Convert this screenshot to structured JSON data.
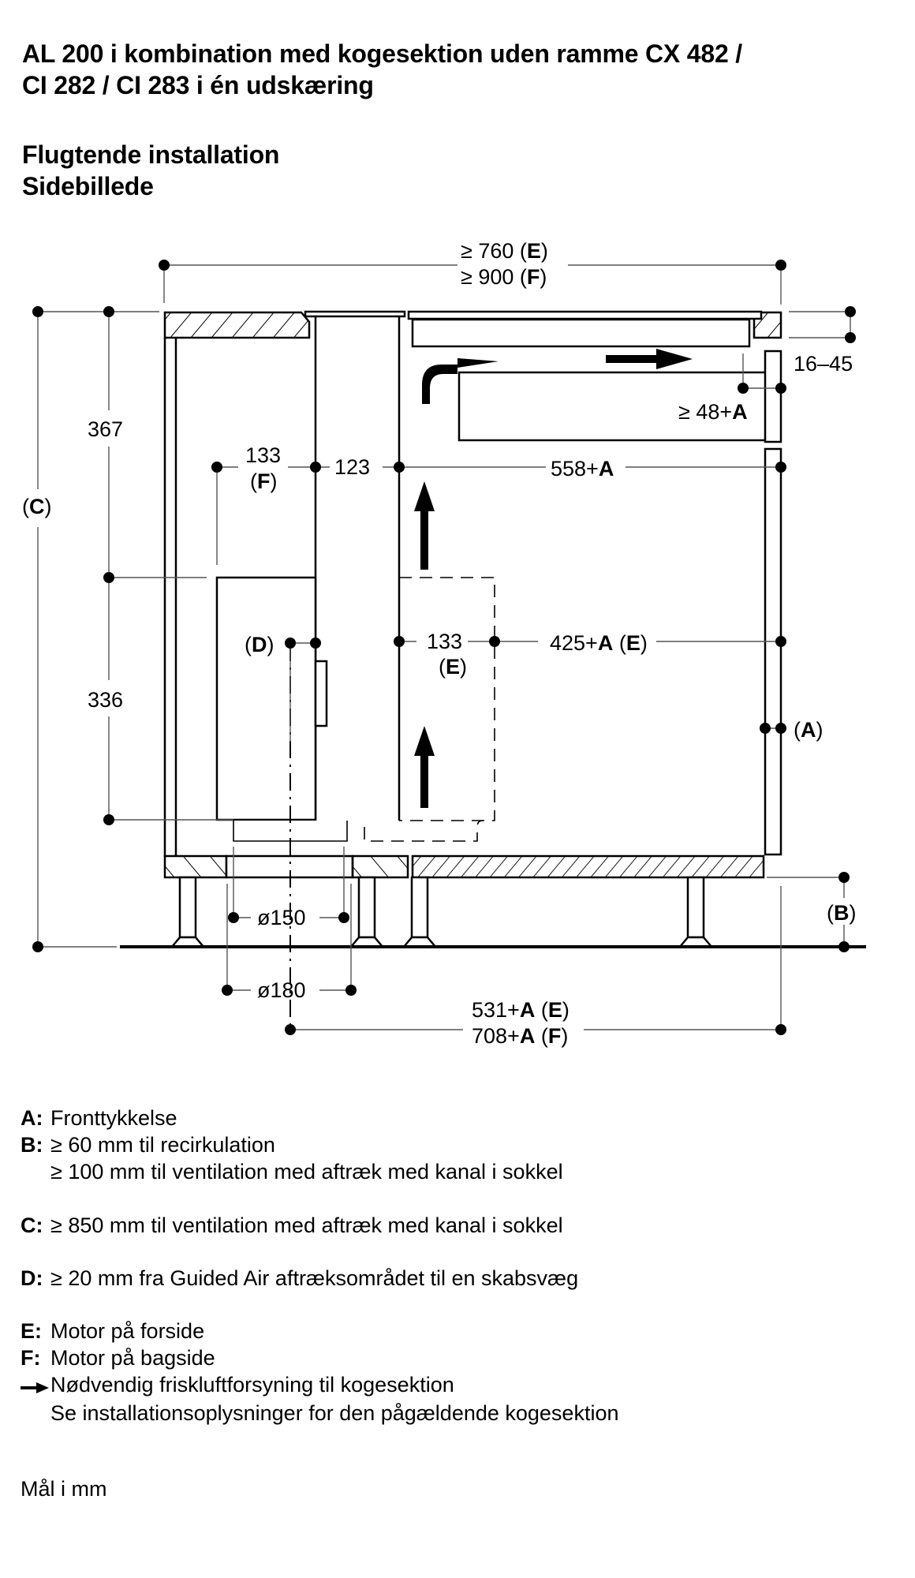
{
  "header": {
    "title_line1": "AL 200 i kombination med kogesektion uden ramme CX 482 /",
    "title_line2": "CI 282 / CI 283 i én udskæring",
    "subtitle_line1": "Flugtende installation",
    "subtitle_line2": "Sidebillede"
  },
  "diagram": {
    "dimensions": {
      "overall_width_e": "≥ 760",
      "overall_width_e_key": "E",
      "overall_width_f": "≥ 900",
      "overall_width_f_key": "F",
      "worktop_thickness": "16–45",
      "front_gap": "≥ 48+",
      "front_gap_key": "A",
      "upper_height": "367",
      "lower_height": "336",
      "total_height_key": "C",
      "motor_offset_f": "133",
      "motor_offset_f_key": "F",
      "duct_width": "123",
      "depth_upper": "558+",
      "depth_upper_key": "A",
      "clearance_d_key": "D",
      "motor_offset_e": "133",
      "motor_offset_e_key": "E",
      "depth_middle": "425+",
      "depth_middle_key": "A",
      "depth_middle_suffix": "E",
      "front_thickness_key": "A",
      "plinth_height_key": "B",
      "duct_diameter_inner": "ø150",
      "duct_diameter_outer": "ø180",
      "depth_lower_e": "531+",
      "depth_lower_e_key": "A",
      "depth_lower_e_suffix": "E",
      "depth_lower_f": "708+",
      "depth_lower_f_key": "A",
      "depth_lower_f_suffix": "F"
    }
  },
  "legend": {
    "a_key": "A:",
    "a_text": "Fronttykkelse",
    "b_key": "B:",
    "b_text1": "≥ 60 mm til recirkulation",
    "b_text2": "≥ 100 mm til ventilation med aftræk med kanal i sokkel",
    "c_key": "C:",
    "c_text": "≥ 850 mm til ventilation med aftræk med kanal i sokkel",
    "d_key": "D:",
    "d_text": "≥ 20 mm fra Guided Air aftræksområdet til en skabsvæg",
    "e_key": "E:",
    "e_text": "Motor på forside",
    "f_key": "F:",
    "f_text": "Motor på bagside",
    "arrow_icon": "arrow-right-icon",
    "arrow_text1": "Nødvendig friskluftforsyning til kogesektion",
    "arrow_text2": "Se installationsoplysninger for den pågældende kogesektion"
  },
  "footer": {
    "units": "Mål i mm"
  }
}
